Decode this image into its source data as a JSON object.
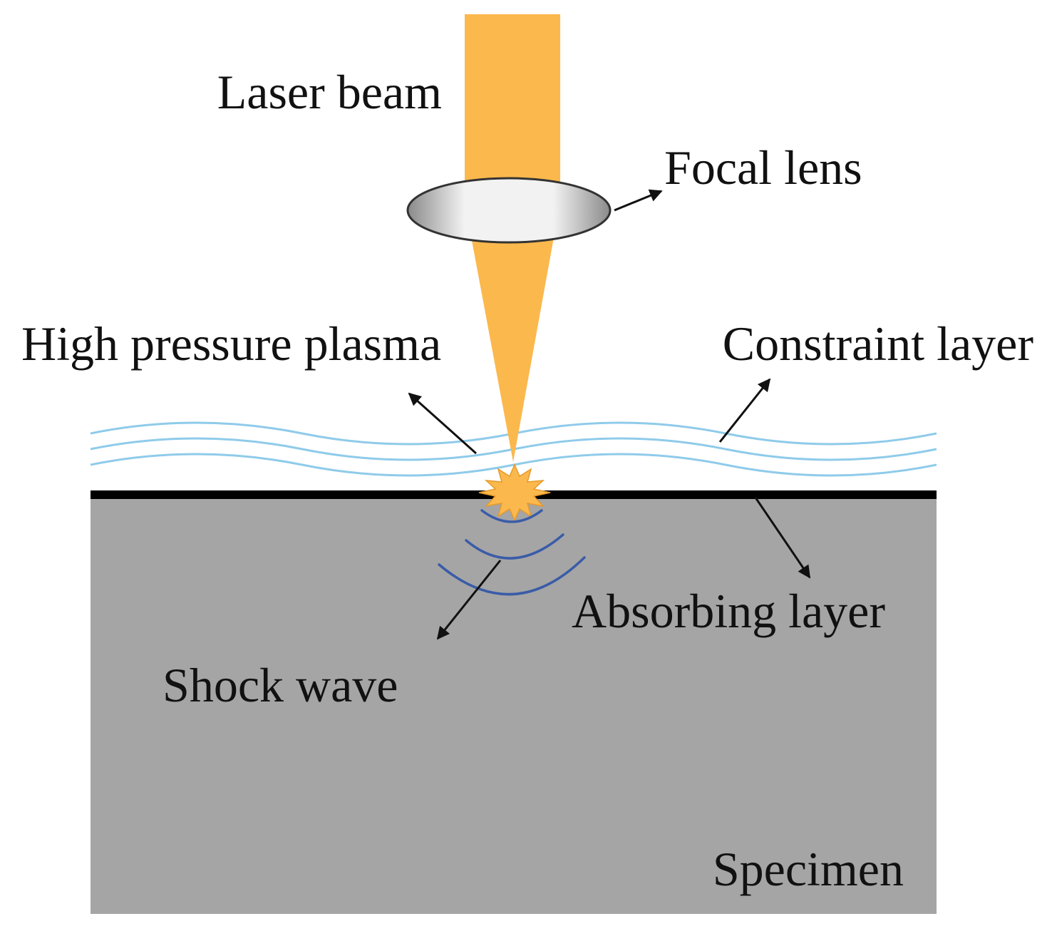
{
  "labels": {
    "laser_beam": "Laser beam",
    "focal_lens": "Focal lens",
    "high_pressure_plasma": "High pressure plasma",
    "constraint_layer": "Constraint layer",
    "absorbing_layer": "Absorbing layer",
    "shock_wave": "Shock wave",
    "specimen": "Specimen"
  },
  "colors": {
    "laser": "#FBB84D",
    "constraint_layer": "#8FCBEA",
    "absorbing_layer": "#000000",
    "specimen": "#A5A5A5",
    "shock_wave": "#3A5CA8",
    "arrow": "#111111"
  }
}
